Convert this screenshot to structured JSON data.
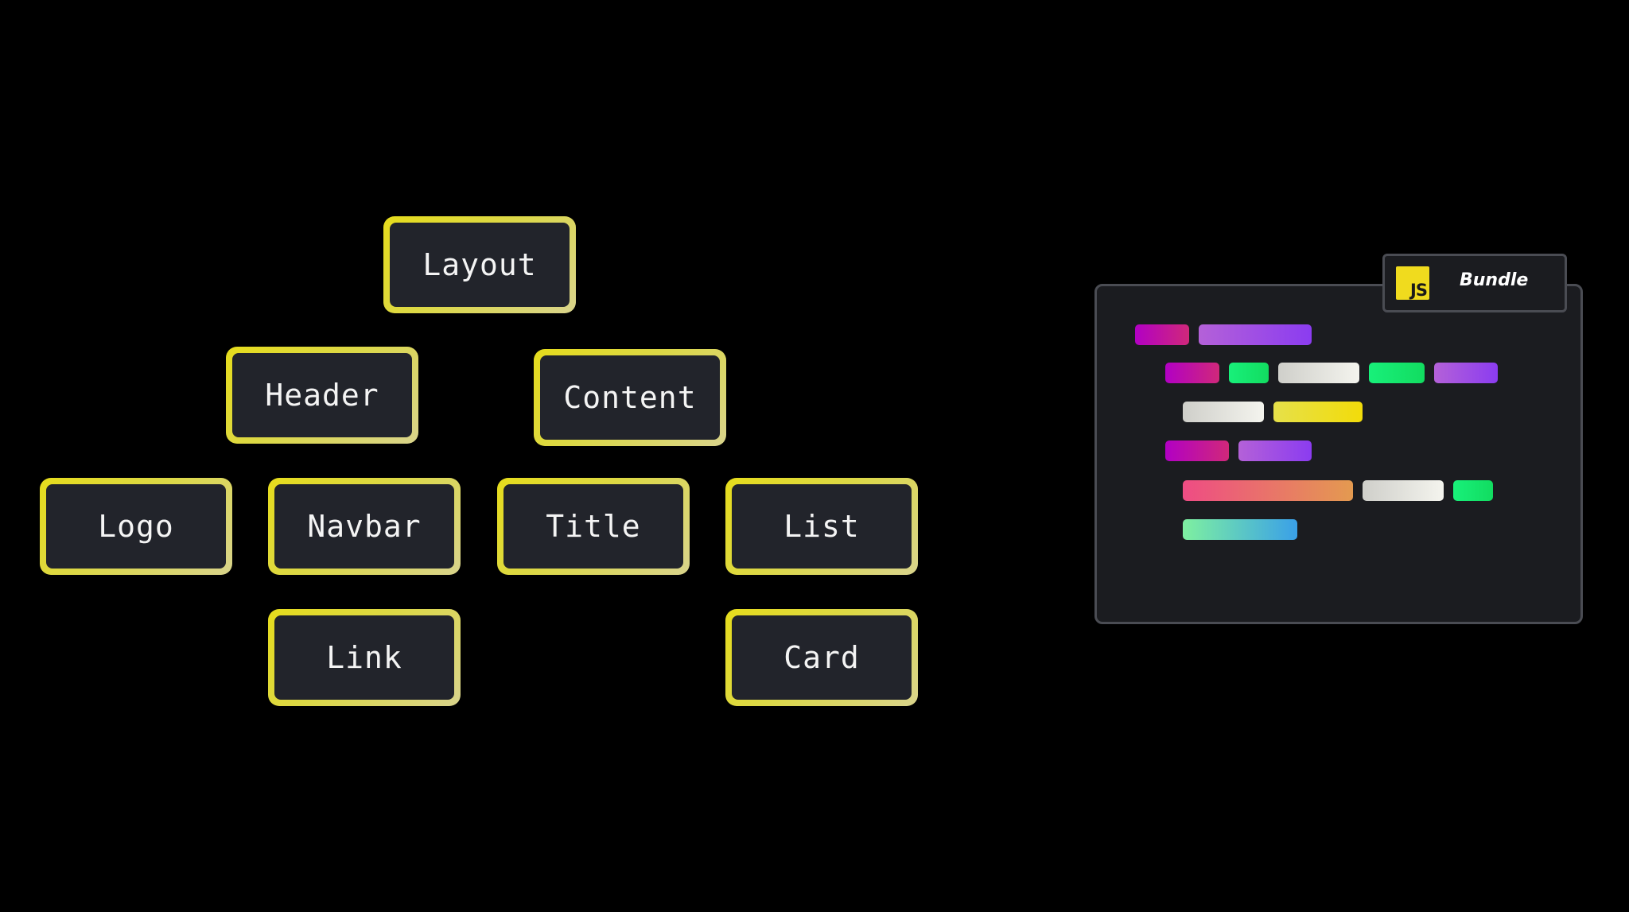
{
  "tree": {
    "nodes": [
      {
        "id": "layout",
        "label": "Layout"
      },
      {
        "id": "header",
        "label": "Header"
      },
      {
        "id": "content",
        "label": "Content"
      },
      {
        "id": "logo",
        "label": "Logo"
      },
      {
        "id": "navbar",
        "label": "Navbar"
      },
      {
        "id": "title",
        "label": "Title"
      },
      {
        "id": "list",
        "label": "List"
      },
      {
        "id": "link",
        "label": "Link"
      },
      {
        "id": "card",
        "label": "Card"
      }
    ],
    "border_colors": [
      "#e6dc1c",
      "#d9d48c"
    ],
    "fill_color": "#22242b"
  },
  "bundle": {
    "badge": "JS",
    "title": "Bundle",
    "badge_color": "#f0db1e",
    "code_lines": [
      [
        "magenta",
        "purple"
      ],
      [
        "magenta",
        "green",
        "white",
        "green",
        "purple"
      ],
      [
        "white",
        "yellow"
      ],
      [
        "magenta",
        "purple"
      ],
      [
        "coral",
        "white",
        "green"
      ],
      [
        "teal"
      ]
    ]
  }
}
